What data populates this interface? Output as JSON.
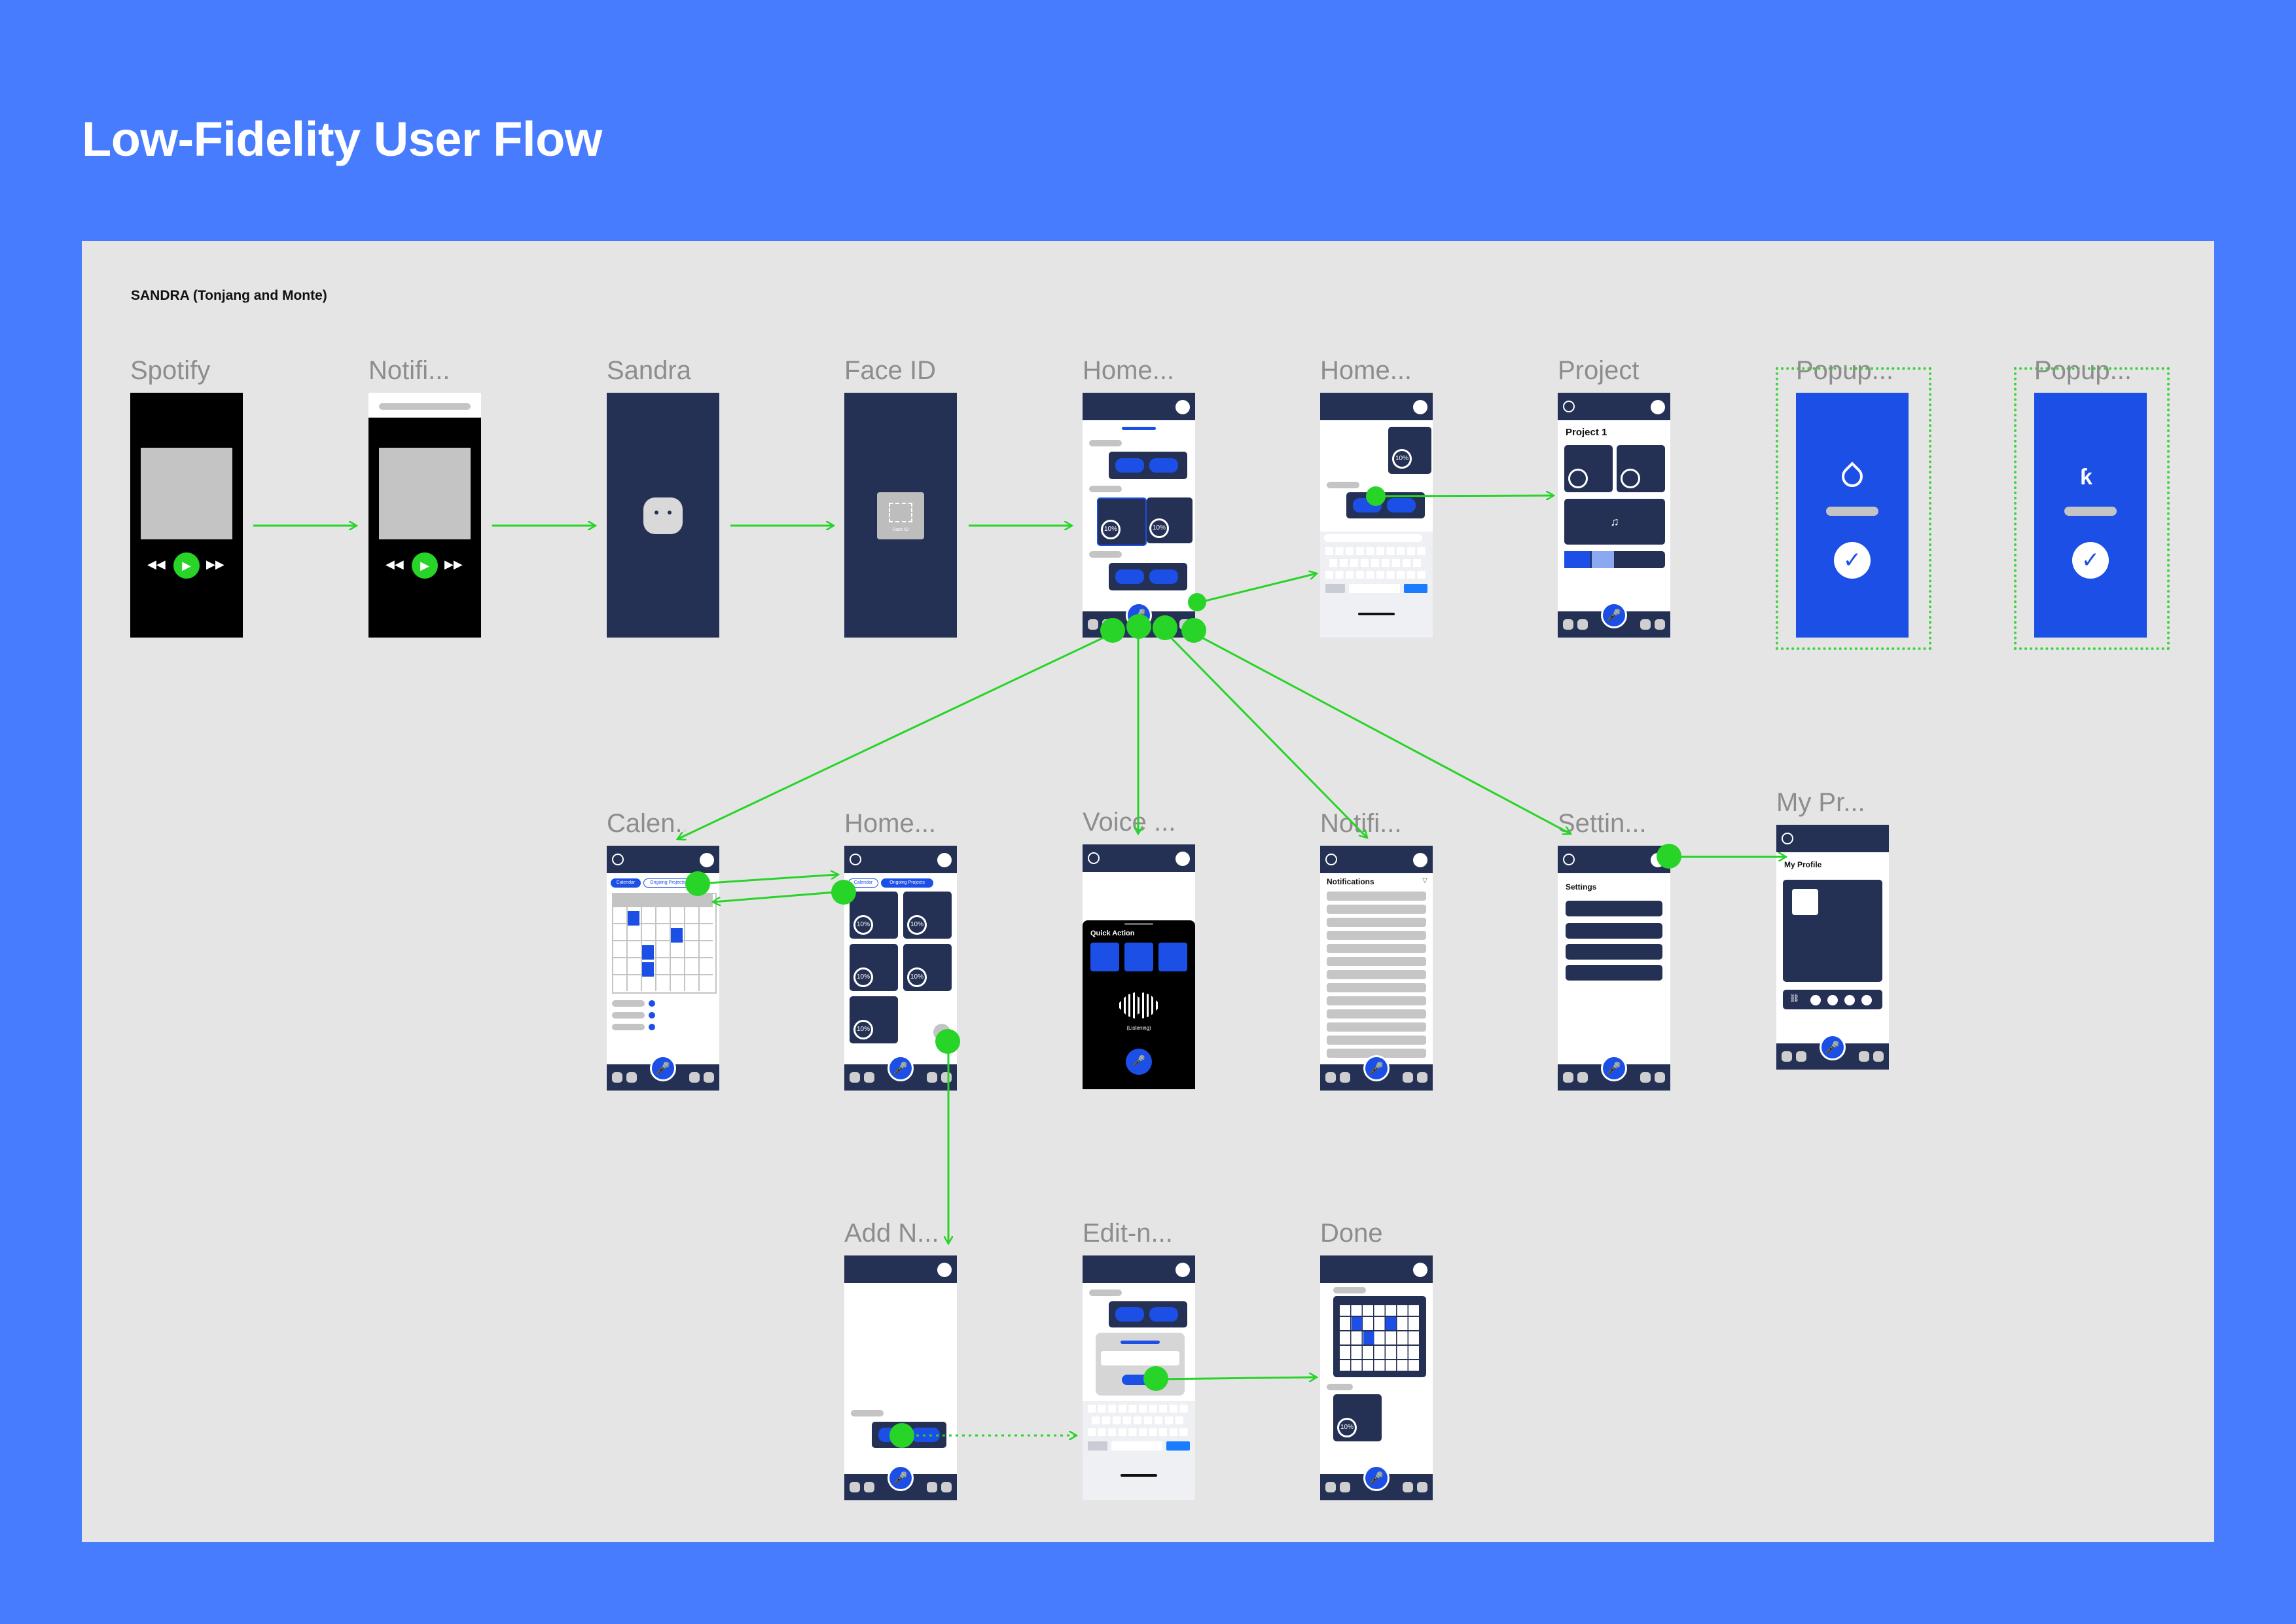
{
  "title": "Low-Fidelity User Flow",
  "board_label": "SANDRA (Tonjang and Monte)",
  "screens": {
    "spotify": "Spotify",
    "notifi_1": "Notifi...",
    "sandra": "Sandra",
    "face_id": "Face ID",
    "home_1": "Home...",
    "home_2": "Home...",
    "project": "Project",
    "popup_1": "Popup...",
    "popup_2": "Popup...",
    "calen": "Calen...",
    "home_3": "Home...",
    "voice": "Voice ...",
    "notifi_2": "Notifi...",
    "settin": "Settin...",
    "my_pr": "My Pr...",
    "add_n": "Add N...",
    "edit_n": "Edit-n...",
    "done": "Done"
  },
  "content": {
    "project_title": "Project 1",
    "quick_action": "Quick Action",
    "listening": "(Listening)",
    "notifications_title": "Notifications",
    "settings_title": "Settings",
    "my_profile_title": "My Profile",
    "tab_calendar": "Calendar",
    "tab_ongoing": "Ongoing Projects",
    "percent": "10%",
    "face_id_caption": "Face ID",
    "music_icon": "♫"
  },
  "colors": {
    "background": "#477cff",
    "board": "#e5e5e5",
    "navy": "#253154",
    "accent_blue": "#1b4fe6",
    "flow_green": "#27d427"
  }
}
